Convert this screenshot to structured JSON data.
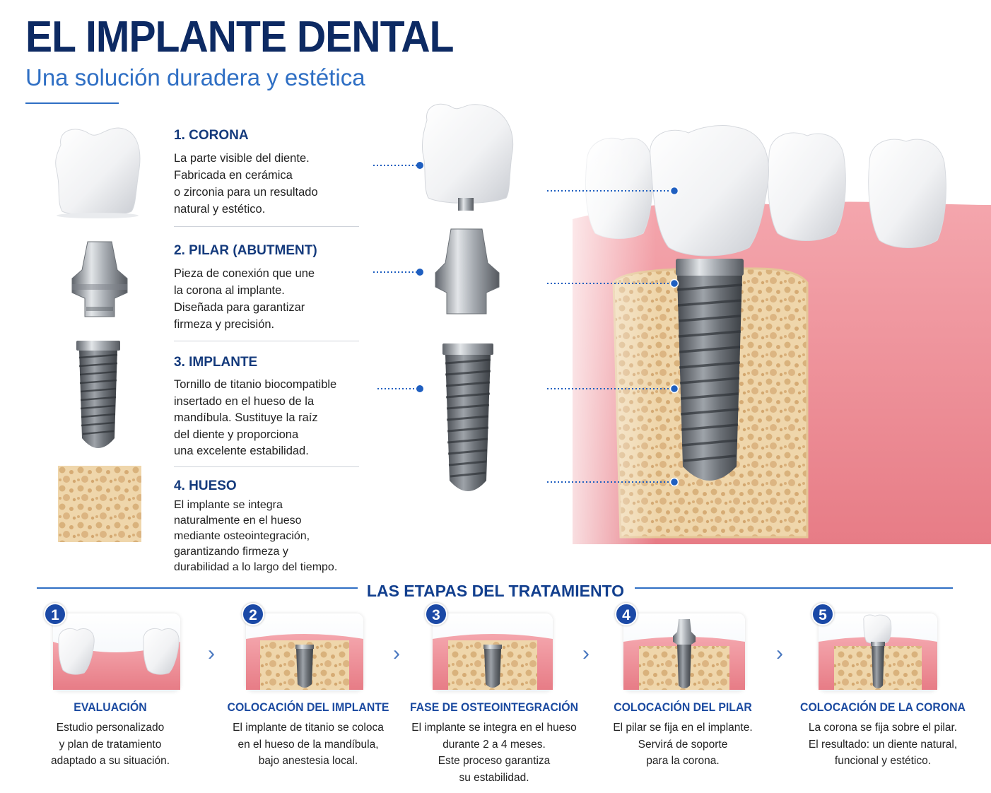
{
  "header": {
    "title": "EL IMPLANTE DENTAL",
    "subtitle": "Una solución duradera y estética"
  },
  "components": [
    {
      "title": "1. CORONA",
      "lines": [
        "La parte visible del diente.",
        "Fabricada en cerámica",
        "o zirconia para un resultado",
        "natural y estético."
      ],
      "icon": "crown-icon"
    },
    {
      "title": "2. PILAR (ABUTMENT)",
      "lines": [
        "Pieza de conexión que une",
        "la corona al implante.",
        "Diseñada para garantizar",
        "firmeza y precisión."
      ],
      "icon": "abutment-icon"
    },
    {
      "title": "3. IMPLANTE",
      "lines": [
        "Tornillo de titanio biocompatible",
        "insertado en el hueso de la",
        "mandíbula. Sustituye la raíz",
        "del diente y proporciona",
        "una excelente estabilidad."
      ],
      "icon": "implant-screw-icon"
    },
    {
      "title": "4. HUESO",
      "lines": [
        "El implante se integra",
        "naturalmente en el hueso",
        "mediante osteointegración,",
        "garantizando firmeza y",
        "durabilidad a lo largo del tiempo."
      ],
      "icon": "bone-icon"
    }
  ],
  "stages": {
    "heading": "LAS ETAPAS DEL TRATAMIENTO",
    "items": [
      {
        "number": "1",
        "title": "EVALUACIÓN",
        "lines": [
          "Estudio personalizado",
          "y plan de tratamiento",
          "adaptado a su situación."
        ]
      },
      {
        "number": "2",
        "title": "COLOCACIÓN DEL IMPLANTE",
        "lines": [
          "El implante de titanio se coloca",
          "en el hueso de la mandíbula,",
          "bajo anestesia local."
        ]
      },
      {
        "number": "3",
        "title": "FASE DE OSTEOINTEGRACIÓN",
        "lines": [
          "El implante se integra en el hueso",
          "durante 2 a 4 meses.",
          "Este proceso garantiza",
          "su estabilidad."
        ]
      },
      {
        "number": "4",
        "title": "COLOCACIÓN DEL PILAR",
        "lines": [
          "El pilar se fija en el implante.",
          "Servirá de soporte",
          "para la corona."
        ]
      },
      {
        "number": "5",
        "title": "COLOCACIÓN DE LA CORONA",
        "lines": [
          "La corona se fija sobre el pilar.",
          "El resultado: un diente natural,",
          "funcional y estético."
        ]
      }
    ]
  },
  "colors": {
    "title": "#0d2a63",
    "accent": "#2f6fc4",
    "gum": "#ee8f98",
    "bone": "#ecd0a4",
    "titanium": "#8a8f97"
  }
}
